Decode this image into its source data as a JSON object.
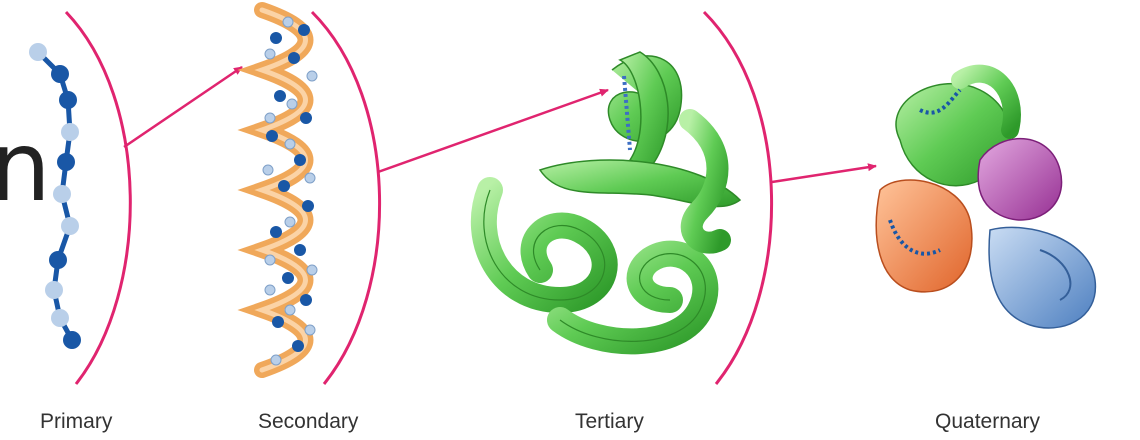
{
  "partial_left_text": "n",
  "labels": {
    "primary": "Primary",
    "secondary": "Secondary",
    "tertiary": "Tertiary",
    "quaternary": "Quaternary"
  },
  "colors": {
    "bracket": "#e0246f",
    "arrow": "#e0246f",
    "chain_dark": "#1957a6",
    "chain_light": "#b9cfe9",
    "helix_orange": "#f0a85a",
    "ribbon_green": "#72d36a",
    "ribbon_purple": "#b44bb0",
    "ribbon_orange": "#f08a4b",
    "ribbon_blue": "#6f9fd6"
  },
  "icons": {
    "primary": "amino-acid-chain",
    "secondary": "alpha-helix",
    "tertiary": "folded-protein-ribbon",
    "quaternary": "multi-subunit-protein"
  }
}
